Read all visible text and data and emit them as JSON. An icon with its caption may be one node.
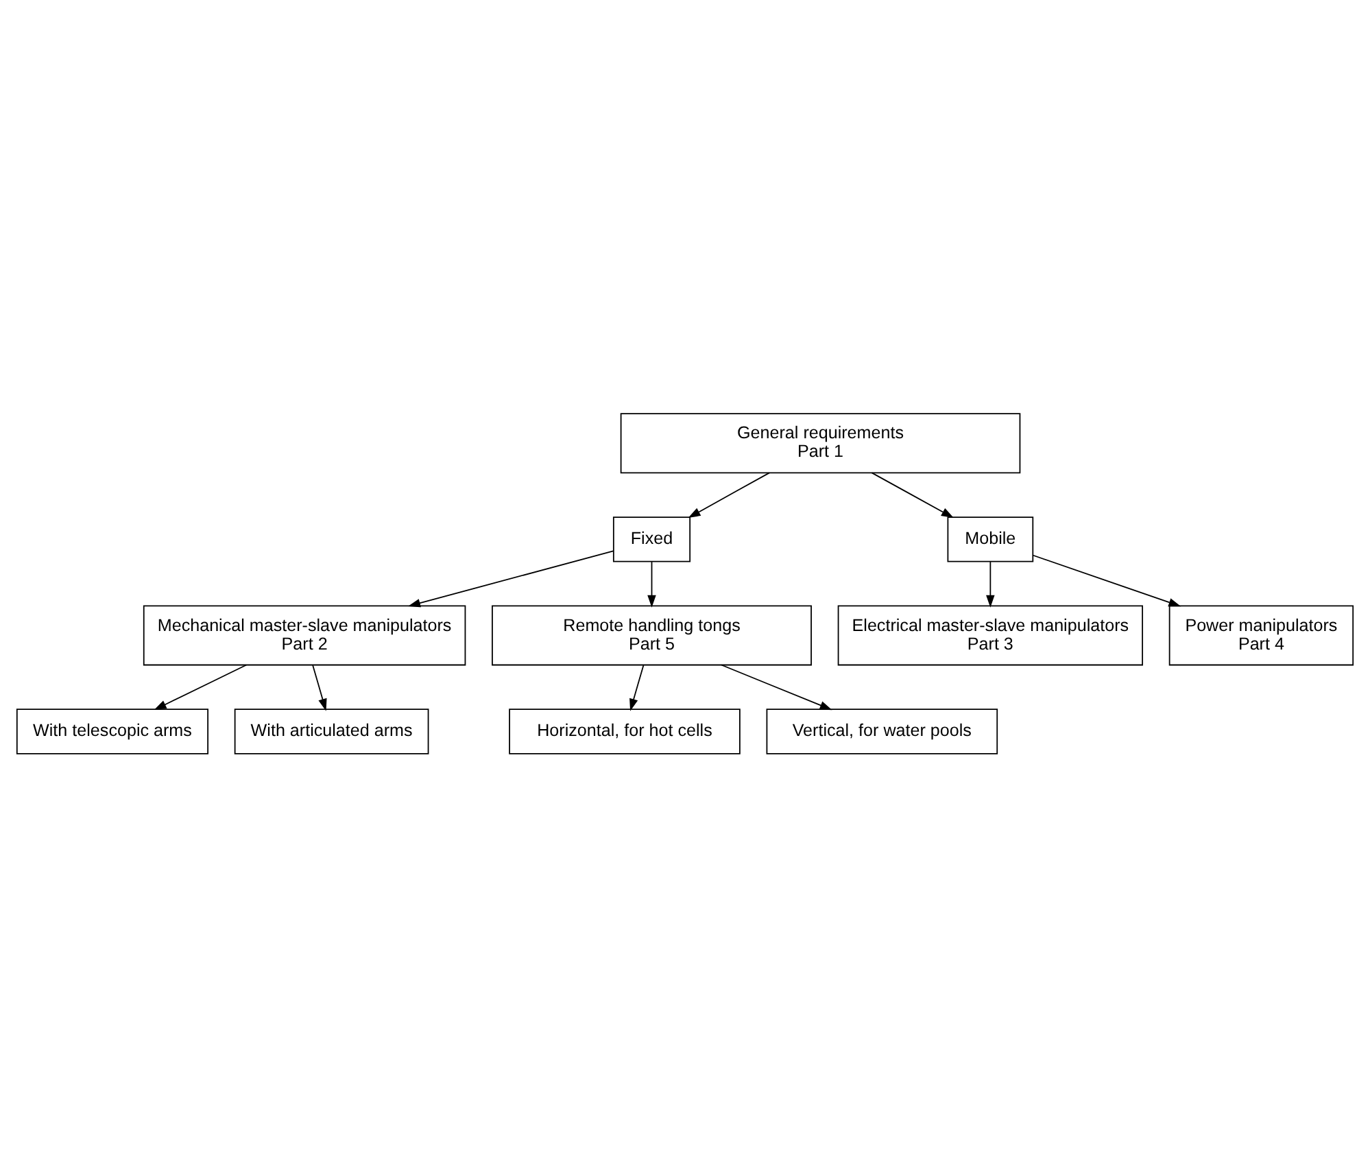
{
  "diagram": {
    "nodes": [
      {
        "text": [
          "General requirements",
          "Part 1"
        ]
      },
      {
        "text": [
          "Fixed"
        ]
      },
      {
        "text": [
          "Mobile"
        ]
      },
      {
        "text": [
          "Mechanical master-slave manipulators",
          "Part 2"
        ]
      },
      {
        "text": [
          "Electrical master-slave manipulators",
          "Part 3"
        ]
      },
      {
        "text": [
          "Power manipulators",
          "Part 4"
        ]
      },
      {
        "text": [
          "With telescopic arms"
        ]
      },
      {
        "text": [
          "With articulated arms"
        ]
      },
      {
        "text": [
          "Remote handling tongs",
          "Part 5"
        ]
      },
      {
        "text": [
          "Horizontal, for hot cells"
        ]
      },
      {
        "text": [
          "Vertical, for water pools"
        ]
      }
    ],
    "edges": [
      {
        "from": 0,
        "to": 1,
        "arrow": "to"
      },
      {
        "from": 0,
        "to": 2,
        "arrow": "to"
      },
      {
        "from": 1,
        "to": 3,
        "arrow": "to"
      },
      {
        "from": 1,
        "to": 8,
        "arrow": "to"
      },
      {
        "from": 2,
        "to": 4,
        "arrow": "to"
      },
      {
        "from": 2,
        "to": 5,
        "arrow": "to"
      },
      {
        "from": 3,
        "to": 6,
        "arrow": "to"
      },
      {
        "from": 3,
        "to": 7,
        "arrow": "to"
      },
      {
        "from": 8,
        "to": 9,
        "arrow": "to"
      },
      {
        "from": 8,
        "to": 10,
        "arrow": "to"
      }
    ]
  }
}
